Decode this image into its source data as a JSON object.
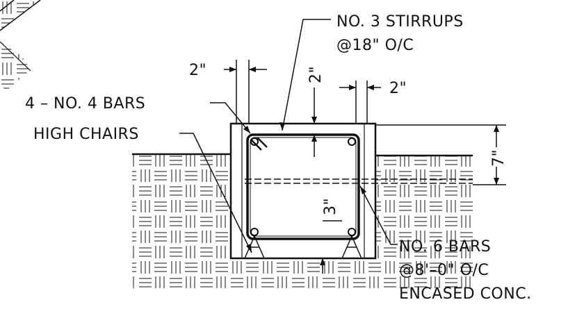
{
  "labels": {
    "stirrups_line1": "NO. 3 STIRRUPS",
    "stirrups_line2": "@18\" O/C",
    "dim_left_top": "2\"",
    "dim_top_cover": "2\"",
    "dim_right_top": "2\"",
    "top_bars": "4 – NO. 4 BARS",
    "high_chairs": "HIGH CHAIRS",
    "dim_height": "7\"",
    "dim_bottom_cover": "3\"",
    "bars_line1": "NO. 6 BARS",
    "bars_line2": "@8'–0\" O/C",
    "bars_line3": "ENCASED CONC."
  },
  "colors": {
    "ink": "#111111",
    "background": "#ffffff"
  }
}
